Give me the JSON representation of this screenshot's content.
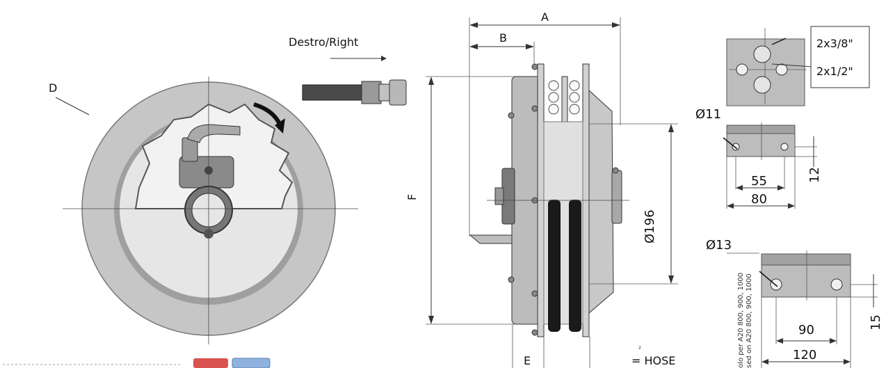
{
  "labels": {
    "direction": "Destro/Right",
    "d": "D",
    "a": "A",
    "b": "B",
    "f": "F",
    "e": "E",
    "diameter_196": "Ø196",
    "hose": "= HOSE",
    "hose_superscript": "²",
    "diameter_11": "Ø11",
    "dim_55": "55",
    "dim_80": "80",
    "dim_12": "12",
    "diameter_13": "Ø13",
    "dim_90": "90",
    "dim_120": "120",
    "dim_15": "15",
    "thread_38": "2x3/8\"",
    "thread_12": "2x1/2\"",
    "note_line_1": "olo per A20 800, 900, 1000",
    "note_line_2": "sed on A20 800, 900, 1000"
  },
  "colors": {
    "drum_face": "#c4c4c4",
    "drum_light": "#e2e2e2",
    "metal_dark": "#5a5a5a",
    "hose_black": "#1a1a1a",
    "line": "#222222",
    "badge_red": "#d9534f",
    "badge_blue": "#8fb3de"
  }
}
